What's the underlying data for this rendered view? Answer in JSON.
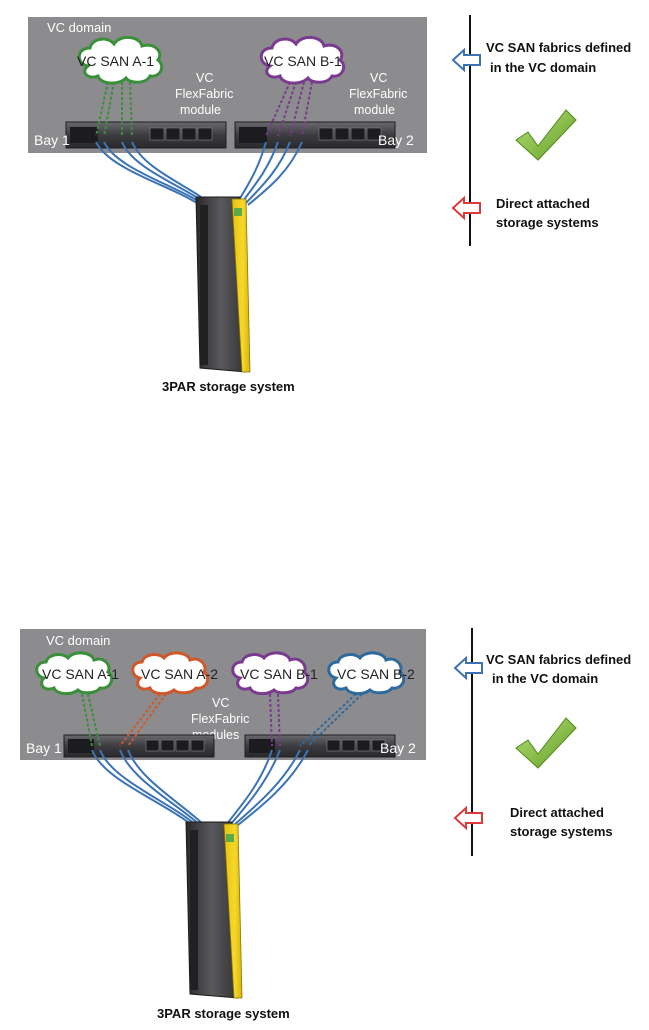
{
  "diagram1": {
    "domain_label": "VC domain",
    "clouds": [
      {
        "label": "VC SAN A-1",
        "color": "#3a8f3a"
      },
      {
        "label": "VC SAN B-1",
        "color": "#7a3a8f"
      }
    ],
    "module_left": {
      "line1": "VC",
      "line2": "FlexFabric",
      "line3": "module"
    },
    "module_right": {
      "line1": "VC",
      "line2": "FlexFabric",
      "line3": "module"
    },
    "bay_left": "Bay 1",
    "bay_right": "Bay 2",
    "storage_caption": "3PAR storage system",
    "legend": {
      "top_line1": "VC SAN fabrics defined",
      "top_line2": "in the VC domain",
      "bottom_line1": "Direct attached",
      "bottom_line2": "storage systems"
    }
  },
  "diagram2": {
    "domain_label": "VC domain",
    "clouds": [
      {
        "label": "VC SAN A-1",
        "color": "#3a8f3a"
      },
      {
        "label": "VC SAN A-2",
        "color": "#d0572a"
      },
      {
        "label": "VC SAN B-1",
        "color": "#7a3a8f"
      },
      {
        "label": "VC SAN B-2",
        "color": "#2f6a9e"
      }
    ],
    "module_label": {
      "line1": "VC",
      "line2": "FlexFabric",
      "line3": "modules"
    },
    "bay_left": "Bay 1",
    "bay_right": "Bay 2",
    "storage_caption": "3PAR storage system",
    "legend": {
      "top_line1": "VC SAN fabrics defined",
      "top_line2": "in the VC domain",
      "bottom_line1": "Direct attached",
      "bottom_line2": "storage systems"
    }
  },
  "colors": {
    "domain_bg": "#8c8c8e",
    "cable_blue": "#3b73b5",
    "arrow_blue": "#3b73b5",
    "arrow_red": "#d93a3a",
    "check_green": "#86c43c",
    "rack_yellow": "#f2d31c"
  },
  "icons": [
    "check-icon",
    "blue-arrow-icon",
    "red-arrow-icon",
    "cloud-icon",
    "storage-rack-icon",
    "switch-module-icon"
  ]
}
